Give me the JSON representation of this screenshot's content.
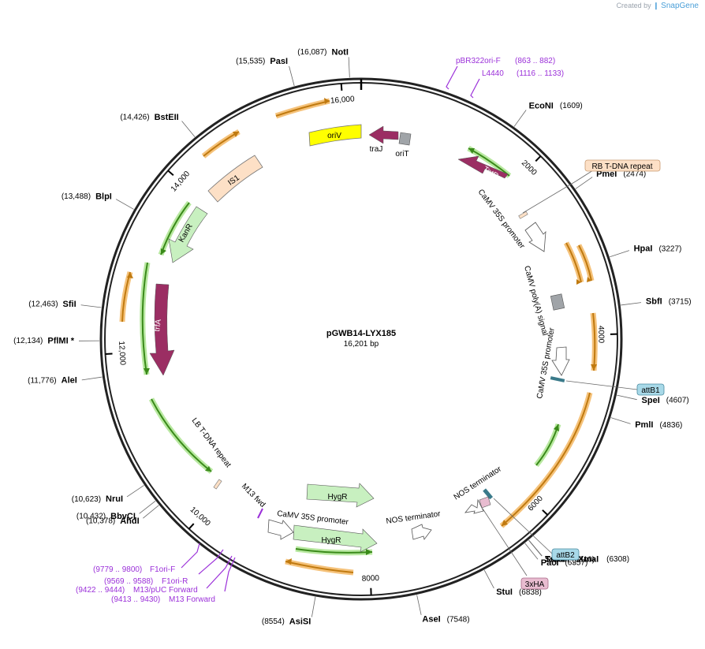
{
  "credit": {
    "prefix": "Created by",
    "brand": "SnapGene"
  },
  "map": {
    "name": "pGWB14-LYX185",
    "length_label": "16,201 bp",
    "total_bp": 16201
  },
  "ticks": [
    {
      "bp": 2000,
      "label": "2000"
    },
    {
      "bp": 4000,
      "label": "4000"
    },
    {
      "bp": 6000,
      "label": "6000"
    },
    {
      "bp": 8000,
      "label": "8000"
    },
    {
      "bp": 10000,
      "label": "10,000"
    },
    {
      "bp": 12000,
      "label": "12,000"
    },
    {
      "bp": 14000,
      "label": "14,000"
    },
    {
      "bp": 16000,
      "label": "16,000"
    }
  ],
  "sites": [
    {
      "name": "NotI",
      "pos": "(16,087)",
      "bp": 16087
    },
    {
      "name": "PasI",
      "pos": "(15,535)",
      "bp": 15535
    },
    {
      "name": "BstEII",
      "pos": "(14,426)",
      "bp": 14426
    },
    {
      "name": "BlpI",
      "pos": "(13,488)",
      "bp": 13488
    },
    {
      "name": "SfiI",
      "pos": "(12,463)",
      "bp": 12463
    },
    {
      "name": "PflMI *",
      "pos": "(12,134)",
      "bp": 12134
    },
    {
      "name": "AleI",
      "pos": "(11,776)",
      "bp": 11776
    },
    {
      "name": "NruI",
      "pos": "(10,623)",
      "bp": 10623
    },
    {
      "name": "BbvCI",
      "pos": "(10,432)",
      "bp": 10432
    },
    {
      "name": "AhdI",
      "pos": "(10,378)",
      "bp": 10378
    },
    {
      "name": "AsiSI",
      "pos": "(8554)",
      "bp": 8554
    },
    {
      "name": "AseI",
      "pos": "(7548)",
      "bp": 7548
    },
    {
      "name": "StuI",
      "pos": "(6838)",
      "bp": 6838
    },
    {
      "name": "PacI",
      "pos": "(6357)",
      "bp": 6357
    },
    {
      "name": "SmaI",
      "pos": "(6310)",
      "bp": 6310
    },
    {
      "name": "TspMI",
      "name2": "- XmaI",
      "pos": "(6308)",
      "bp": 6308
    },
    {
      "name": "PmlI",
      "pos": "(4836)",
      "bp": 4836
    },
    {
      "name": "SpeI",
      "pos": "(4607)",
      "bp": 4607
    },
    {
      "name": "SbfI",
      "pos": "(3715)",
      "bp": 3715
    },
    {
      "name": "HpaI",
      "pos": "(3227)",
      "bp": 3227
    },
    {
      "name": "PmeI",
      "pos": "(2474)",
      "bp": 2474
    },
    {
      "name": "EcoNI",
      "pos": "(1609)",
      "bp": 1609
    }
  ],
  "primers": [
    {
      "name": "pBR322ori-F",
      "pos": "(863 .. 882)"
    },
    {
      "name": "L4440",
      "pos": "(1116 .. 1133)"
    },
    {
      "name": "F1ori-F",
      "pos": "(9779 .. 9800)"
    },
    {
      "name": "F1ori-R",
      "pos": "(9569 .. 9588)"
    },
    {
      "name": "M13/pUC Forward",
      "pos": "(9422 .. 9444)"
    },
    {
      "name": "M13 Forward",
      "pos": "(9413 .. 9430)"
    }
  ],
  "boxed_labels": [
    {
      "name": "RB T-DNA repeat",
      "color": "#fde0c6"
    },
    {
      "name": "attB1",
      "color": "#a8d9e8"
    },
    {
      "name": "attB2",
      "color": "#a8d9e8"
    },
    {
      "name": "3xHA",
      "color": "#e8bcd0"
    }
  ],
  "features": {
    "oriV": "oriV",
    "traJ": "traJ",
    "oriT": "oriT",
    "TetR": "TetR",
    "IS1": "IS1",
    "KanR": "KanR",
    "trfA": "trfA",
    "camv_promoter_1": "CaMV 35S promoter",
    "camv_polya": "CaMV poly(A) signal",
    "camv_promoter_2": "CaMV 35S promoter",
    "lb_repeat": "LB T-DNA repeat",
    "m13_fwd": "M13 fwd",
    "hygr_1": "HygR",
    "hygr_2": "HygR",
    "camv_promoter_3": "CaMV 35S promoter",
    "nos_term_1": "NOS terminator",
    "nos_term_2": "NOS terminator"
  },
  "colors": {
    "primer": "#9b30d9",
    "orf": "#f5c27a",
    "orf_arrow": "#c07a10",
    "green_orf": "#b8e8a0",
    "green_arrow": "#3a8a1a",
    "oriV": "#ffff00",
    "traJ": "#9b2e63",
    "oriT": "#a0a4a8",
    "TetR": "#9b2e63",
    "IS1": "#fde0c6",
    "KanR": "#c8f0c0",
    "trfA": "#9b2e63",
    "HygR": "#c8f0c0"
  }
}
